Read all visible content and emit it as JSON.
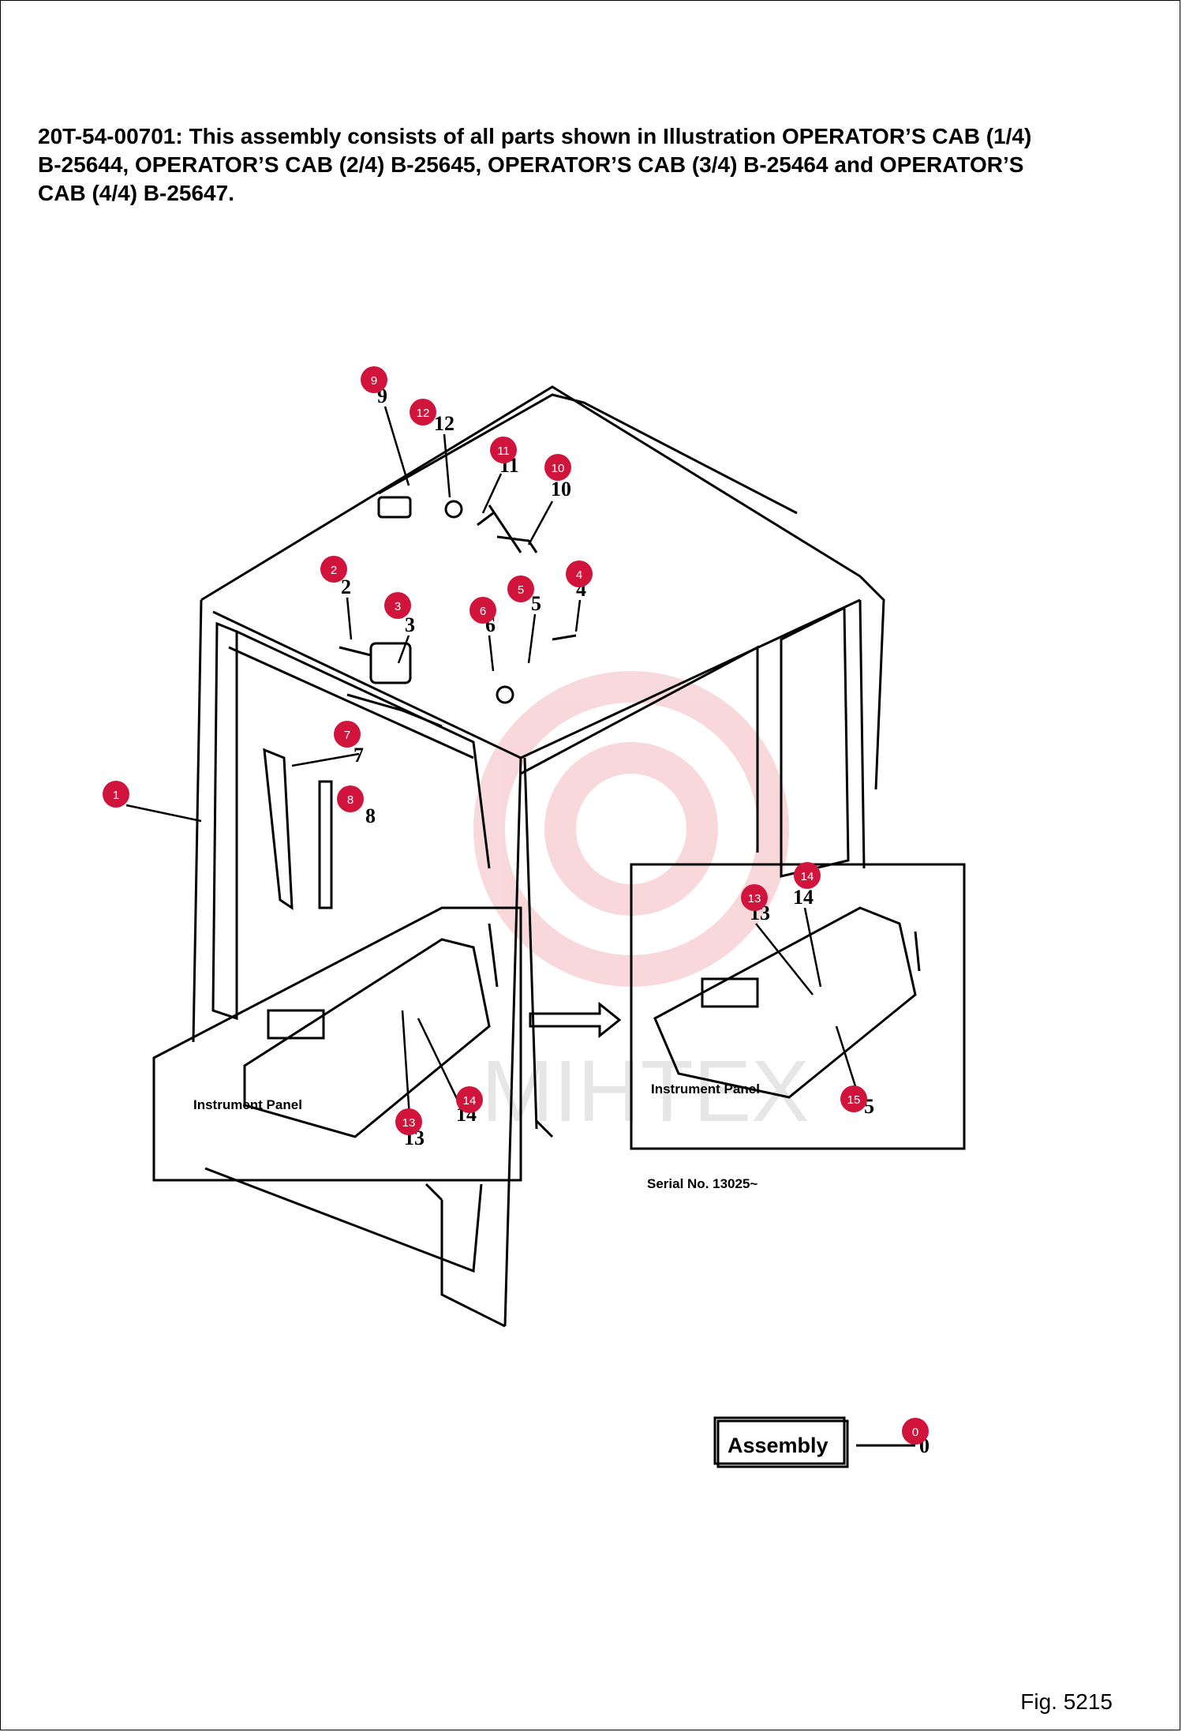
{
  "header": {
    "lines": [
      "20T-54-00701: This assembly consists of all parts shown in Illustration OPERATOR’S CAB (1/4)",
      "B-25644, OPERATOR’S CAB (2/4) B-25645, OPERATOR’S CAB (3/4) B-25464 and OPERATOR’S",
      "CAB (4/4) B-25647."
    ]
  },
  "diagram": {
    "panel_label_left": "Instrument Panel",
    "panel_label_right": "Instrument Panel",
    "serial_note": "Serial No. 13025~",
    "assembly_label": "Assembly",
    "watermark": "MIHTEX",
    "callouts": [
      {
        "id": "callout-9",
        "num": "9"
      },
      {
        "id": "callout-12",
        "num": "12"
      },
      {
        "id": "callout-11",
        "num": "11"
      },
      {
        "id": "callout-10",
        "num": "10"
      },
      {
        "id": "callout-2",
        "num": "2"
      },
      {
        "id": "callout-3",
        "num": "3"
      },
      {
        "id": "callout-6",
        "num": "6"
      },
      {
        "id": "callout-5",
        "num": "5"
      },
      {
        "id": "callout-4",
        "num": "4"
      },
      {
        "id": "callout-7",
        "num": "7"
      },
      {
        "id": "callout-8",
        "num": "8"
      },
      {
        "id": "callout-1",
        "num": "1"
      },
      {
        "id": "callout-14a",
        "num": "14"
      },
      {
        "id": "callout-13a",
        "num": "13"
      },
      {
        "id": "callout-14b",
        "num": "14"
      },
      {
        "id": "callout-13b",
        "num": "13"
      },
      {
        "id": "callout-15",
        "num": "15"
      },
      {
        "id": "callout-0",
        "num": "0"
      }
    ],
    "printed_numbers": [
      "9",
      "12",
      "11",
      "10",
      "2",
      "3",
      "6",
      "5",
      "4",
      "7",
      "8",
      "13",
      "14",
      "13",
      "14",
      "5",
      "0"
    ],
    "callout_color": "#d0143c"
  },
  "figure": {
    "label": "Fig. 5215"
  }
}
